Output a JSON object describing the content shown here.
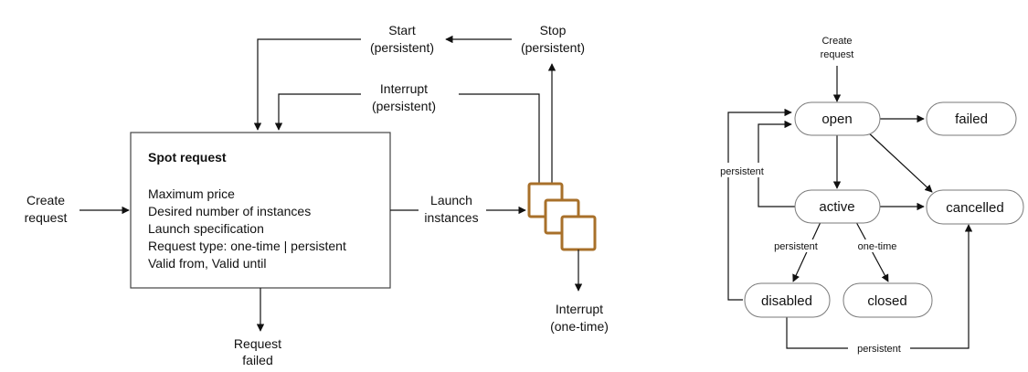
{
  "left_diagram": {
    "spot_request": {
      "title": "Spot request",
      "fields": [
        "Maximum price",
        "Desired number of instances",
        "Launch specification",
        "Request type: one-time | persistent",
        "Valid from, Valid until"
      ]
    },
    "labels": {
      "create_request": [
        "Create",
        "request"
      ],
      "request_failed": [
        "Request",
        "failed"
      ],
      "start": [
        "Start",
        "(persistent)"
      ],
      "stop": [
        "Stop",
        "(persistent)"
      ],
      "interrupt_persistent": [
        "Interrupt",
        "(persistent)"
      ],
      "launch_instances": [
        "Launch",
        "instances"
      ],
      "interrupt_onetime": [
        "Interrupt",
        "(one-time)"
      ]
    },
    "instance_border_color": "#a8702a"
  },
  "right_diagram": {
    "create_request": [
      "Create",
      "request"
    ],
    "states": {
      "open": "open",
      "failed": "failed",
      "active": "active",
      "cancelled": "cancelled",
      "disabled": "disabled",
      "closed": "closed"
    },
    "edge_labels": {
      "persistent_loop": "persistent",
      "active_to_disabled": "persistent",
      "active_to_closed": "one-time",
      "disabled_to_cancelled": "persistent"
    }
  }
}
